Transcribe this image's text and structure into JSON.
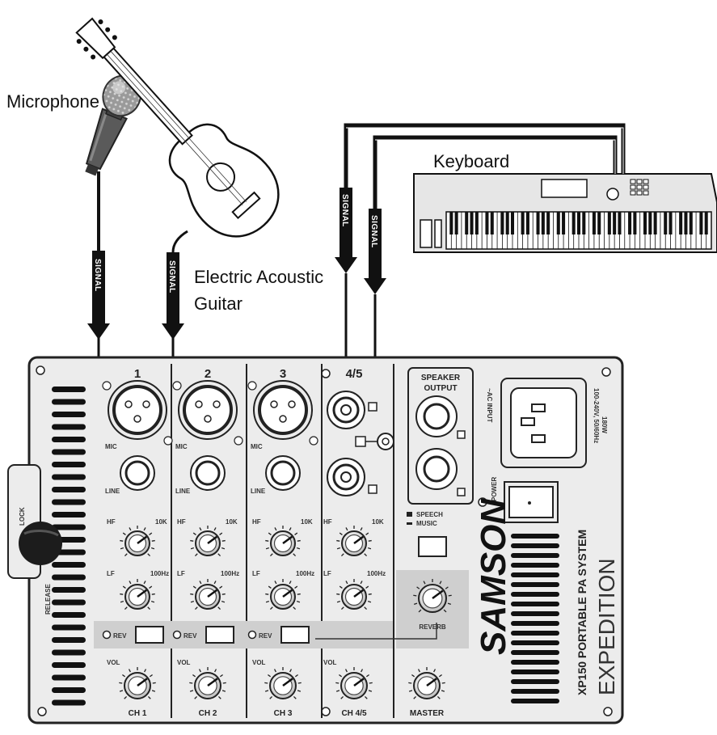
{
  "labels": {
    "microphone": "Microphone",
    "guitar_line1": "Electric Acoustic",
    "guitar_line2": "Guitar",
    "keyboard": "Keyboard"
  },
  "cable_label": "SIGNAL",
  "mixer": {
    "channels": [
      {
        "top": "1",
        "bottom": "CH 1"
      },
      {
        "top": "2",
        "bottom": "CH 2"
      },
      {
        "top": "3",
        "bottom": "CH 3"
      },
      {
        "top": "4/5",
        "bottom": "CH 4/5"
      }
    ],
    "mic_label": "MIC",
    "line_label": "LINE",
    "hf_label": "HF",
    "hf_freq": "10K",
    "lf_label": "LF",
    "lf_freq": "100Hz",
    "rev_label": "REV",
    "vol_label": "VOL",
    "lock_label": "LOCK",
    "release_label": "RELEASE",
    "speaker_output": [
      "SPEAKER",
      "OUTPUT"
    ],
    "speech_label": "SPEECH",
    "music_label": "MUSIC",
    "reverb_label": "REVERB",
    "master_label": "MASTER",
    "power_label": "POWER",
    "ac_input_label": "~AC INPUT",
    "ac_spec": [
      "100-240V, 50/60Hz",
      "180W"
    ],
    "brand": "SAMSON",
    "model": "XP150 PORTABLE PA SYSTEM",
    "series": "EXPEDITION"
  },
  "colors": {
    "panel": "#ececec",
    "outline": "#222222",
    "reverb_strip": "#cfcfcf"
  }
}
